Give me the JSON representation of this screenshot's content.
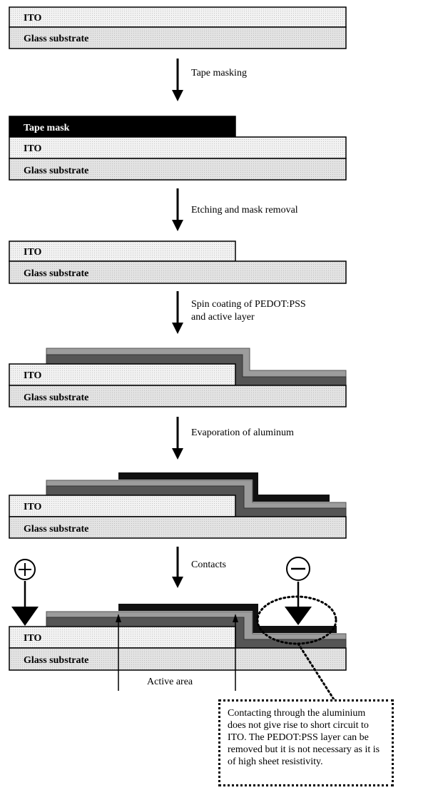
{
  "layers": {
    "ito": "ITO",
    "glass": "Glass substrate",
    "tape_mask": "Tape mask"
  },
  "steps": {
    "step1": "Tape masking",
    "step2": "Etching and mask removal",
    "step3_line1": "Spin coating of PEDOT:PSS",
    "step3_line2": "and active layer",
    "step4": "Evaporation of aluminum",
    "step5": "Contacts"
  },
  "labels": {
    "active_area": "Active area"
  },
  "note": {
    "text": "Contacting through the aluminium does not give rise to short circuit to ITO. The PEDOT:PSS layer can be removed but it is not necessary as it is of high sheet resistivity."
  },
  "colors": {
    "glass": "#e4e4e4",
    "ito": "#ededed",
    "tape_mask": "#000000",
    "pedot_pss": "#9c9c9c",
    "active_layer": "#555555",
    "aluminum": "#111111"
  }
}
